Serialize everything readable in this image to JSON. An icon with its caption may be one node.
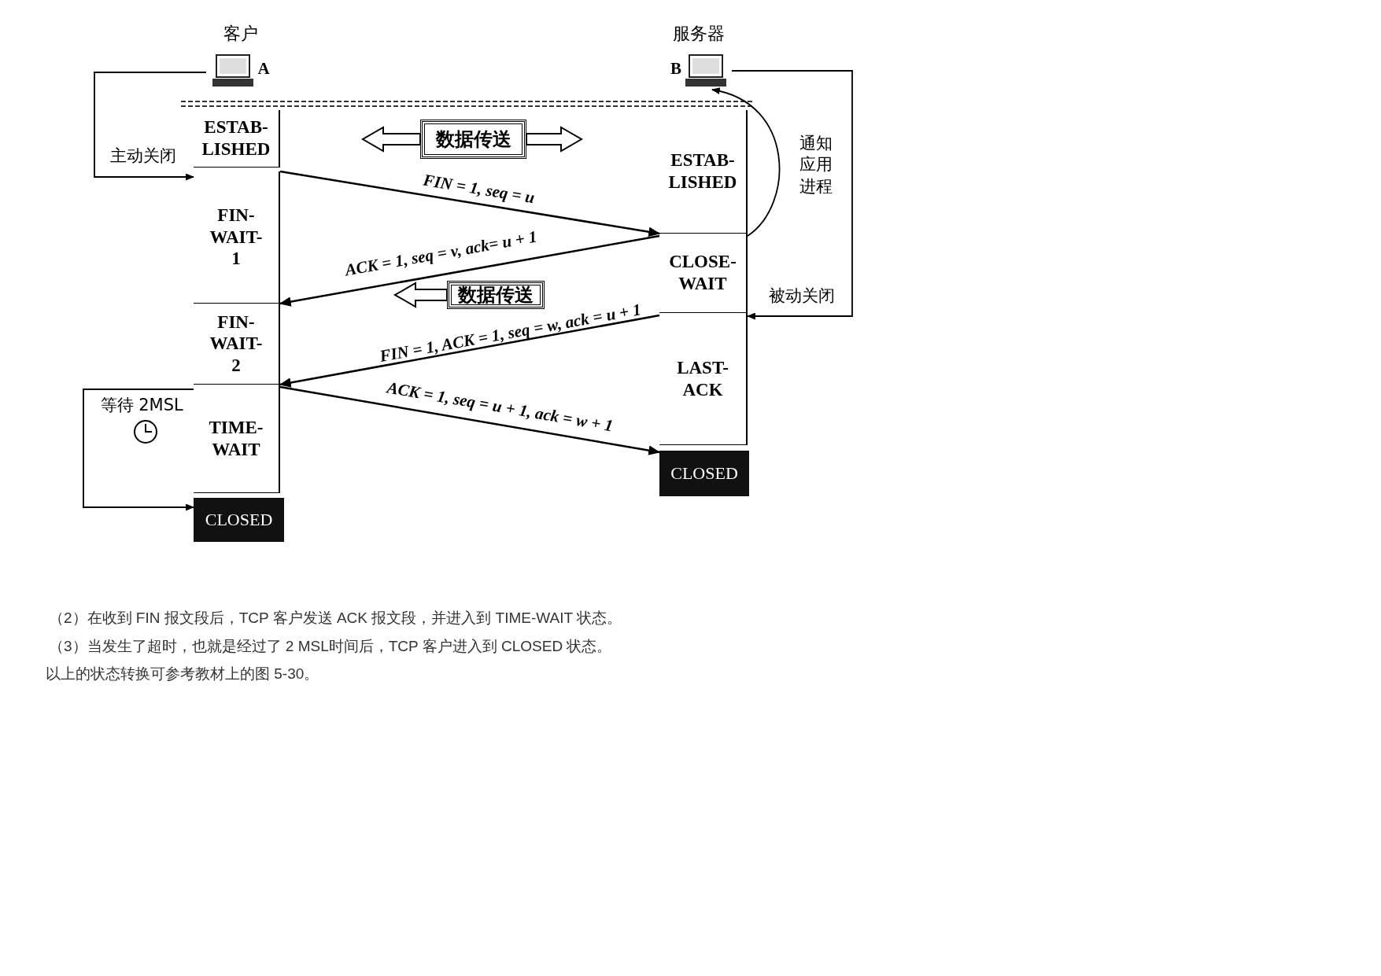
{
  "diagram": {
    "nodes": [
      {
        "text": [
          "客户"
        ],
        "beside": [
          "A"
        ]
      },
      {
        "text": [
          "服务器"
        ],
        "beside": [
          "B"
        ]
      },
      {
        "text": [
          "ESTAB- LISHED"
        ]
      },
      {
        "text": [
          "FIN- WAIT-1"
        ]
      },
      {
        "text": [
          "FIN- WAIT-2"
        ]
      },
      {
        "text": [
          "TIME- WAIT"
        ]
      },
      {
        "text": [
          "CLOSED"
        ]
      },
      {
        "text": [
          "ESTAB- LISHED"
        ]
      },
      {
        "text": [
          "CLOSE- WAIT"
        ]
      },
      {
        "text": [
          "LAST- ACK"
        ]
      },
      {
        "text": [
          "CLOSED"
        ]
      },
      {
        "text": [
          "数据传送"
        ]
      },
      {
        "text": [
          "数据传送"
        ]
      }
    ],
    "edges": [
      {
        "from": 3,
        "to": 8,
        "arrow": "to",
        "label": "FIN = 1, seq = u"
      },
      {
        "from": 8,
        "to": 4,
        "arrow": "to",
        "label": "ACK = 1, seq = v, ack= u + 1"
      },
      {
        "from": 9,
        "to": 5,
        "arrow": "to",
        "label": "FIN = 1, ACK = 1, seq = w, ack = u + 1"
      },
      {
        "from": 5,
        "to": 10,
        "arrow": "to",
        "label": "ACK = 1, seq = u + 1, ack = w + 1"
      },
      {
        "from": 0,
        "to": 3,
        "arrow": "to",
        "label": "主动关闭"
      },
      {
        "from": 8,
        "to": 1,
        "arrow": "to",
        "label": "通知应用进程"
      },
      {
        "from": 1,
        "to": 9,
        "arrow": "to",
        "label": "被动关闭"
      },
      {
        "from": 5,
        "to": 6,
        "arrow": "to",
        "label": "等待 2MSL"
      },
      {
        "from": 11,
        "to": null,
        "arrow": "to"
      },
      {
        "from": 11,
        "to": null,
        "arrow": "to"
      },
      {
        "from": 12,
        "to": null,
        "arrow": "to"
      }
    ],
    "labels": [
      "（2）在收到 FIN 报文段后，TCP 客户发送 ACK 报文段，并进入到 TIME-WAIT 状态。",
      "（3）当发生了超时，也就是经过了 2 MSL时间后，TCP 客户进入到 CLOSED 状态。",
      "以上的状态转换可参考教材上的图 5-30。"
    ]
  }
}
